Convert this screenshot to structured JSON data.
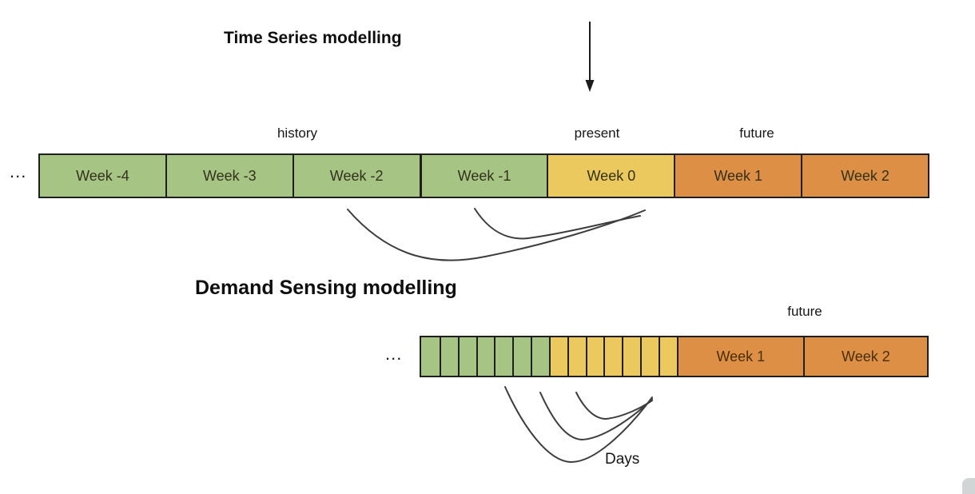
{
  "colors": {
    "green": "#a6c584",
    "yellow": "#ebc95e",
    "orange": "#dd9045",
    "cell_border": "#1f1f1f",
    "curve_stroke": "#3d3d3d",
    "background": "#ffffff"
  },
  "time_series": {
    "title": "Time Series modelling",
    "ellipsis": "...",
    "zone_labels": {
      "history": "history",
      "present": "present",
      "future": "future"
    },
    "weeks": [
      {
        "label": "Week -4",
        "type": "green"
      },
      {
        "label": "Week -3",
        "type": "green"
      },
      {
        "label": "Week -2",
        "type": "green"
      },
      {
        "label": "Week -1",
        "type": "green"
      },
      {
        "label": "Week 0",
        "type": "yellow"
      },
      {
        "label": "Week 1",
        "type": "orange"
      },
      {
        "label": "Week 2",
        "type": "orange"
      }
    ]
  },
  "demand_sensing": {
    "title": "Demand Sensing modelling",
    "ellipsis": "...",
    "future_label": "future",
    "days_label": "Days",
    "day_cells": {
      "green_count": 7,
      "yellow_count": 7
    },
    "weeks": [
      {
        "label": "Week 1",
        "type": "orange"
      },
      {
        "label": "Week 2",
        "type": "orange"
      }
    ]
  }
}
